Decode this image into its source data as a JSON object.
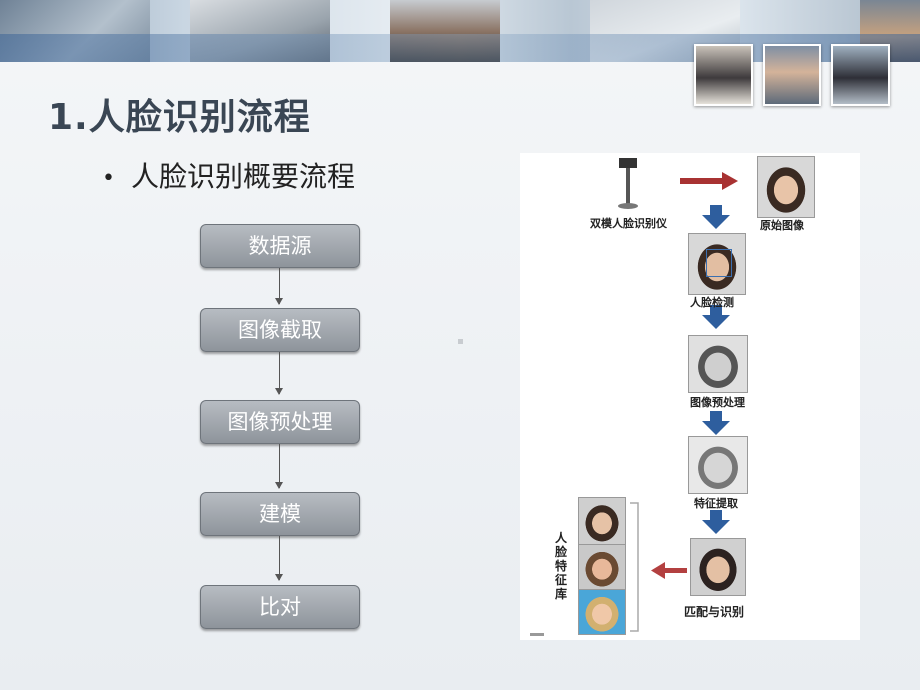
{
  "slide": {
    "title": "1.人脸识别流程",
    "bullet": "人脸识别概要流程"
  },
  "flowchart": {
    "steps": [
      "数据源",
      "图像截取",
      "图像预处理",
      "建模",
      "比对"
    ]
  },
  "figure": {
    "device_label": "双模人脸识别仪",
    "original_label": "原始图像",
    "detect_label": "人脸检测",
    "preprocess_label": "图像预处理",
    "feature_label": "特征提取",
    "match_label": "匹配与识别",
    "library_label": "人脸特征库"
  },
  "colors": {
    "title": "#3a4654",
    "flow_box": "#9aa0a7",
    "down_arrow": "#2e5e9e",
    "right_arrow": "#a83232"
  }
}
